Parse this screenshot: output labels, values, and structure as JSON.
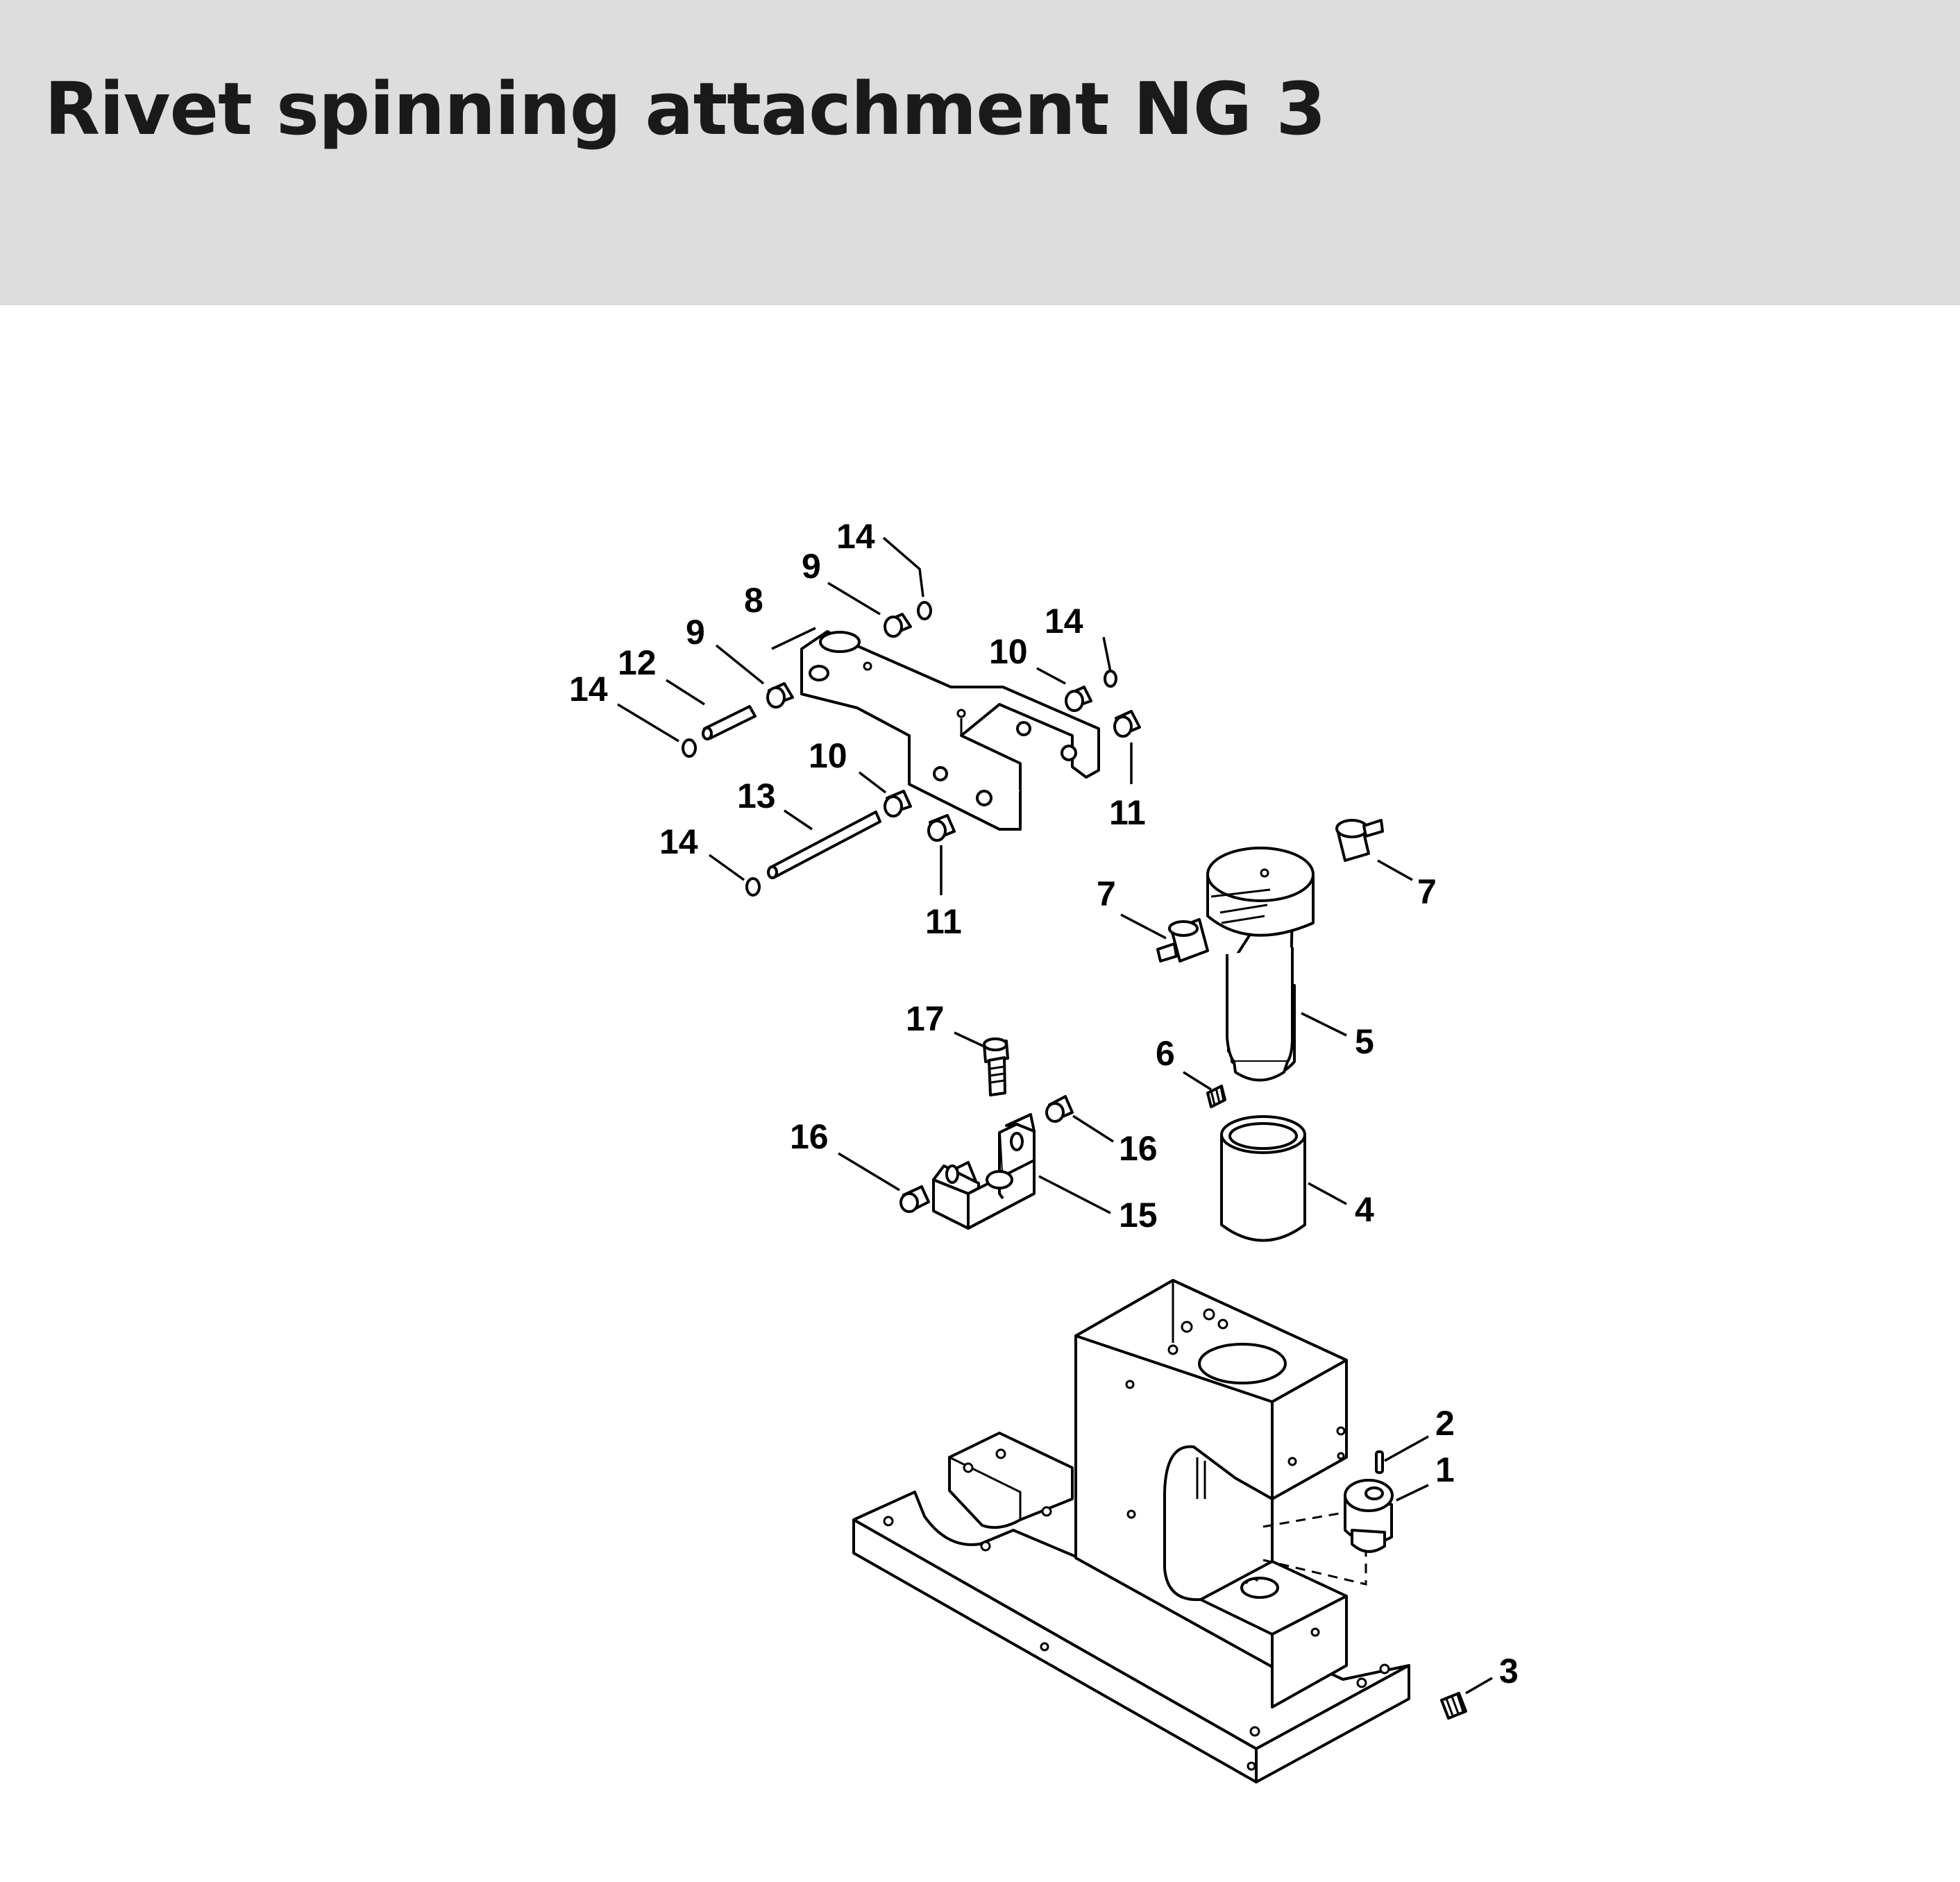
{
  "title": "Rivet spinning attachment NG 3",
  "colors": {
    "header_bg": "#dcdddc",
    "line": "#000000",
    "background": "#ffffff"
  },
  "callouts": {
    "c1": "1",
    "c2": "2",
    "c3": "3",
    "c4": "4",
    "c5": "5",
    "c6": "6",
    "c7a": "7",
    "c7b": "7",
    "c8": "8",
    "c9a": "9",
    "c9b": "9",
    "c10a": "10",
    "c10b": "10",
    "c11a": "11",
    "c11b": "11",
    "c12": "12",
    "c13": "13",
    "c14a": "14",
    "c14b": "14",
    "c14c": "14",
    "c14d": "14",
    "c15": "15",
    "c16a": "16",
    "c16b": "16",
    "c17": "17"
  }
}
